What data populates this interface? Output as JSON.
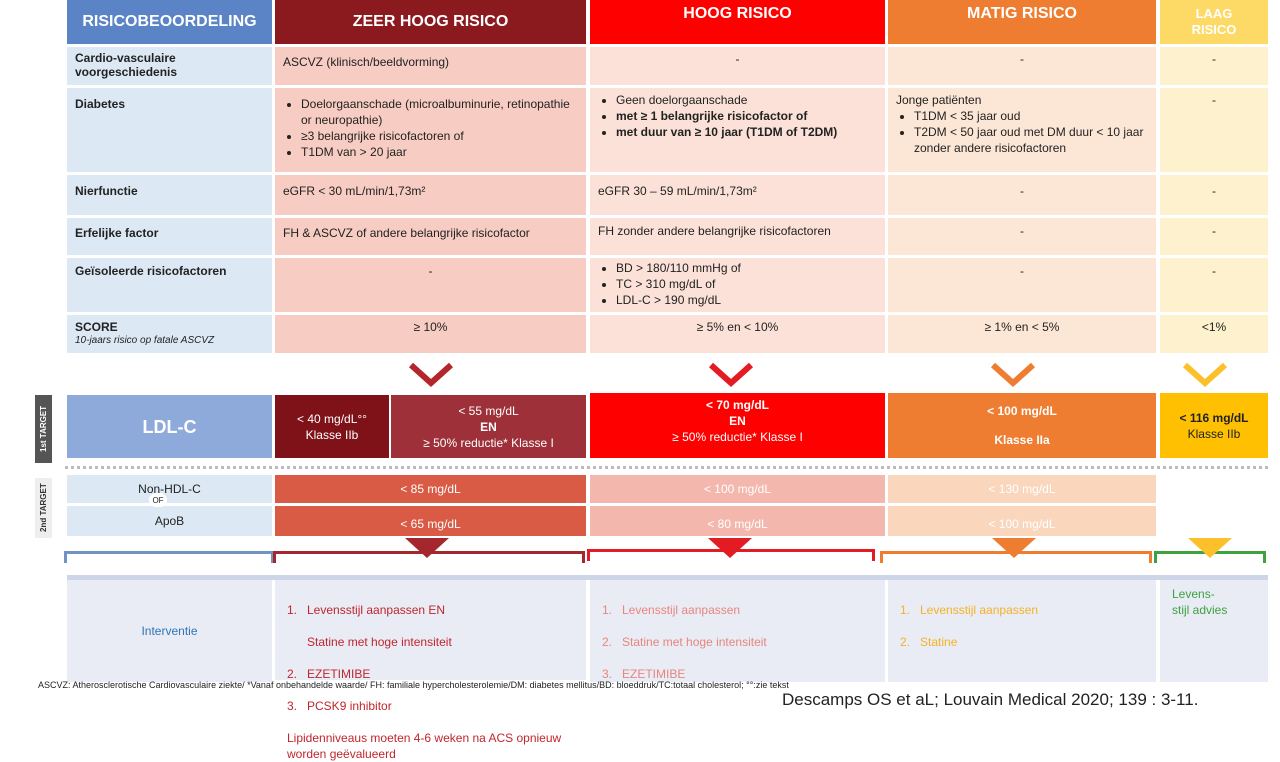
{
  "headers": {
    "label": "RISICOBEOORDELING",
    "very_high": "ZEER HOOG RISICO",
    "high": "HOOG RISICO",
    "moderate": "MATIG RISICO",
    "low": "LAAG RISICO"
  },
  "rows": {
    "cardio": {
      "label": "Cardio-vasculaire voorgeschiedenis",
      "very_high": "ASCVZ (klinisch/beeldvorming)",
      "high": "-",
      "moderate": "-",
      "low": "-"
    },
    "diabetes": {
      "label": "Diabetes",
      "very_high": [
        "Doelorgaanschade  (microalbuminurie, retinopathie or neuropathie)",
        "≥3 belangrijke risicofactoren of",
        "T1DM van  > 20 jaar"
      ],
      "high": [
        "Geen doelorgaanschade",
        "met ≥ 1 belangrijke risicofactor of",
        "met duur van ≥ 10 jaar (T1DM of T2DM)"
      ],
      "moderate_intro": "Jonge patiënten",
      "moderate": [
        "T1DM < 35 jaar oud",
        "T2DM < 50 jaar oud met DM duur < 10 jaar zonder andere risicofactoren"
      ],
      "low": "-"
    },
    "renal": {
      "label": "Nierfunctie",
      "very_high": "eGFR < 30 mL/min/1,73m²",
      "high": "eGFR  30 – 59 mL/min/1,73m²",
      "moderate": "-",
      "low": "-"
    },
    "hereditary": {
      "label": "Erfelijke factor",
      "very_high": "FH & ASCVZ of andere  belangrijke risicofactor",
      "high": "FH zonder andere belangrijke risicofactoren",
      "moderate": "-",
      "low": "-"
    },
    "isolated": {
      "label": "Geïsoleerde risicofactoren",
      "very_high": "-",
      "high": [
        "BD > 180/110 mmHg of",
        "TC > 310 mg/dL of",
        "LDL-C > 190 mg/dL"
      ],
      "moderate": "-",
      "low": "-"
    },
    "score": {
      "label": "SCORE",
      "sublabel": "10-jaars risico op fatale ASCVZ",
      "very_high": "≥ 10%",
      "high": "≥ 5% en < 10%",
      "moderate": "≥ 1% en < 5%",
      "low": "<1%"
    }
  },
  "target1": {
    "side": "1st TARGET",
    "label": "LDL-C",
    "vh_a1": "< 40 mg/dL°°",
    "vh_a2": "Klasse IIb",
    "vh_b1": "< 55 mg/dL",
    "vh_b2": "EN",
    "vh_b3": "≥  50% reductie* Klasse I",
    "h1": "< 70 mg/dL",
    "h2": "EN",
    "h3": "≥  50% reductie* Klasse I",
    "m1": "< 100 mg/dL",
    "m2": "Klasse IIa",
    "l1": "< 116 mg/dL",
    "l2": "Klasse IIb"
  },
  "target2": {
    "side": "2nd TARGET",
    "nonhdl": "Non-HDL-C",
    "of": "OF",
    "apob": "ApoB",
    "vh_nonhdl": "< 85 mg/dL",
    "vh_apob": "< 65 mg/dL",
    "h_nonhdl": "< 100 mg/dL",
    "h_apob": "< 80 mg/dL",
    "m_nonhdl": "< 130 mg/dL",
    "m_apob": "< 100 mg/dL"
  },
  "intervention": {
    "label": "Interventie",
    "very_high": [
      "1.   Levensstijl aanpassen EN",
      "      Statine met hoge intensiteit",
      "2.   EZETIMIBE",
      "3.   PCSK9 inhibitor",
      "Lipidenniveaus moeten 4-6 weken na ACS opnieuw worden geëvalueerd"
    ],
    "high": [
      "1.   Levensstijl aanpassen",
      "2.   Statine met hoge intensiteit",
      "3.   EZETIMIBE"
    ],
    "moderate": [
      "1.   Levensstijl aanpassen",
      "2.   Statine"
    ],
    "low": [
      "Levens-",
      "stijl advies"
    ]
  },
  "footnote": "ASCVZ: Atherosclerotische Cardiovasculaire ziekte/ *Vanaf onbehandelde waarde/ FH: familiale hypercholesterolemie/DM: diabetes mellitus/BD: bloeddruk/TC:totaal cholesterol; °°:zie tekst",
  "citation": "Descamps OS et aL; Louvain Medical 2020; 139 : 3-11.",
  "colors": {
    "header_blue": "#5b84c6",
    "very_high": "#8b1a1f",
    "high": "#fe0000",
    "moderate": "#ee7d31",
    "low": "#fdd966"
  }
}
